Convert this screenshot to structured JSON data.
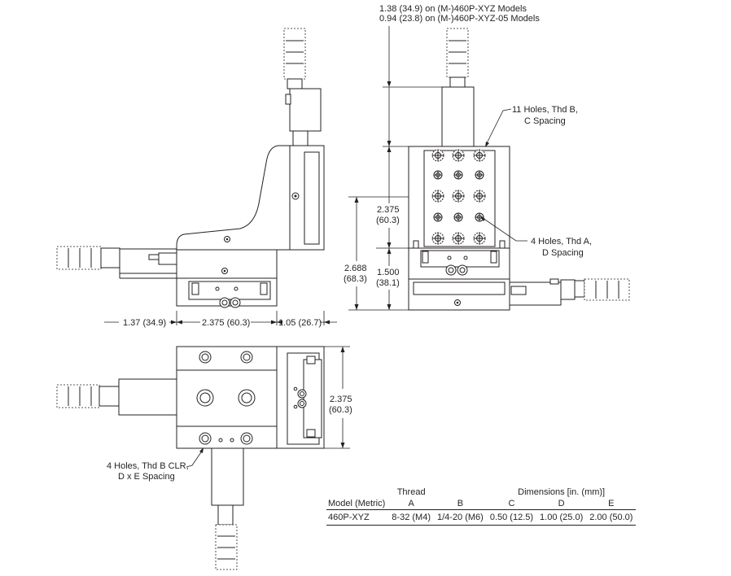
{
  "notes": {
    "offset_xyz": "1.38 (34.9) on (M-)460P-XYZ Models",
    "offset_xyz05": "0.94 (23.8) on (M-)460P-XYZ-05 Models",
    "holes_b_line1": "11 Holes, Thd B,",
    "holes_b_line2": "C Spacing",
    "holes_a_line1": "4 Holes, Thd A,",
    "holes_a_line2": "D Spacing",
    "holes_clr_line1": "4 Holes, Thd B CLR,",
    "holes_clr_line2": "D x E Spacing"
  },
  "dimensions": {
    "left_offset": "1.37 (34.9)",
    "width_main": "2.375 (60.3)",
    "right_offset": "1.05 (26.7)",
    "front_top_in": "2.375",
    "front_top_mm": "(60.3)",
    "front_mid_in": "1.500",
    "front_mid_mm": "(38.1)",
    "front_total_in": "2.688",
    "front_total_mm": "(68.3)",
    "bottom_height_in": "2.375",
    "bottom_height_mm": "(60.3)"
  },
  "table": {
    "group_thread": "Thread",
    "group_dimensions": "Dimensions [in. (mm)]",
    "headers": [
      "Model (Metric)",
      "A",
      "B",
      "C",
      "D",
      "E"
    ],
    "rows": [
      [
        "460P-XYZ",
        "8-32 (M4)",
        "1/4-20 (M6)",
        "0.50 (12.5)",
        "1.00 (25.0)",
        "2.00 (50.0)"
      ]
    ]
  }
}
